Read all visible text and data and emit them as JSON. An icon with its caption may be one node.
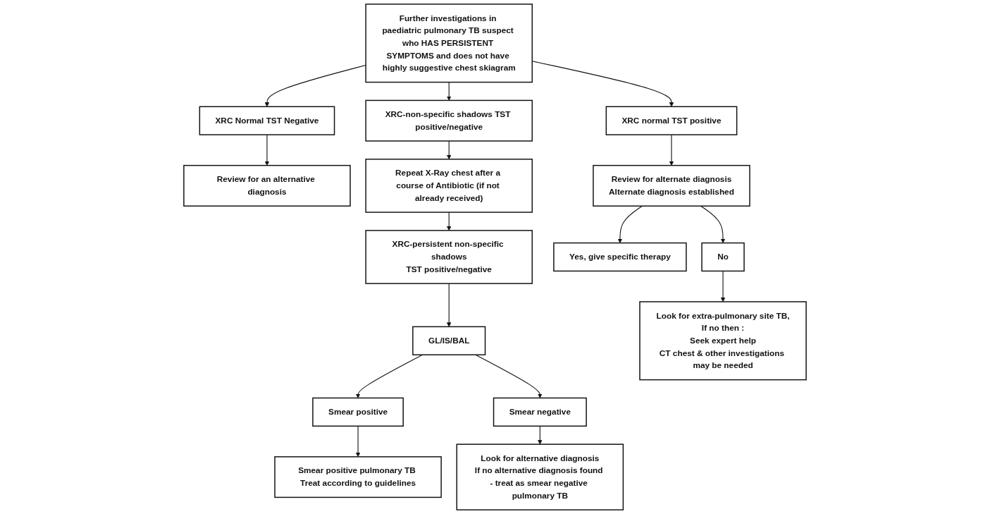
{
  "diagram": {
    "nodes": [
      {
        "text": [
          "Further investigations in paediatric pulmonary TB suspect who HAS PERSISTENT SYMPTOMS and does not have highly suggestive chest skiagram"
        ]
      },
      {
        "text": [
          "XRC Normal TST Negative"
        ]
      },
      {
        "text": [
          "XRC-non-specific shadows TST positive/negative"
        ]
      },
      {
        "text": [
          "XRC normal TST positive"
        ]
      },
      {
        "text": [
          "Review for an alternative diagnosis"
        ]
      },
      {
        "text": [
          "Repeat X-Ray chest after a course of Antibiotic (if not already received)"
        ]
      },
      {
        "text": [
          "Review for alternate diagnosis",
          "Alternate diagnosis established"
        ]
      },
      {
        "text": [
          "XRC-persistent non-specific shadows",
          "TST positive/negative"
        ]
      },
      {
        "text": [
          "Yes, give specific therapy"
        ]
      },
      {
        "text": [
          "No"
        ]
      },
      {
        "text": [
          "GL/IS/BAL"
        ]
      },
      {
        "text": [
          "Look for extra-pulmonary site TB,",
          "If no then :",
          "Seek expert help",
          "CT chest & other investigations may be needed"
        ]
      },
      {
        "text": [
          "Smear positive"
        ]
      },
      {
        "text": [
          "Smear negative"
        ]
      },
      {
        "text": [
          "Smear positive pulmonary TB Treat according to guidelines"
        ]
      },
      {
        "text": [
          "Look for alternative diagnosis",
          "If no alternative diagnosis found - treat as smear negative pulmonary TB"
        ]
      }
    ],
    "edges": [
      {
        "from": 0,
        "to": 1,
        "arrow": "to"
      },
      {
        "from": 0,
        "to": 2,
        "arrow": "to"
      },
      {
        "from": 0,
        "to": 3,
        "arrow": "to"
      },
      {
        "from": 1,
        "to": 4,
        "arrow": "to"
      },
      {
        "from": 2,
        "to": 5,
        "arrow": "to"
      },
      {
        "from": 3,
        "to": 6,
        "arrow": "to"
      },
      {
        "from": 5,
        "to": 7,
        "arrow": "to"
      },
      {
        "from": 6,
        "to": 8,
        "arrow": "to"
      },
      {
        "from": 6,
        "to": 9,
        "arrow": "to"
      },
      {
        "from": 7,
        "to": 10,
        "arrow": "to"
      },
      {
        "from": 9,
        "to": 11,
        "arrow": "to"
      },
      {
        "from": 10,
        "to": 12,
        "arrow": "to"
      },
      {
        "from": 10,
        "to": 13,
        "arrow": "to"
      },
      {
        "from": 12,
        "to": 14,
        "arrow": "to"
      },
      {
        "from": 13,
        "to": 15,
        "arrow": "to"
      }
    ]
  }
}
